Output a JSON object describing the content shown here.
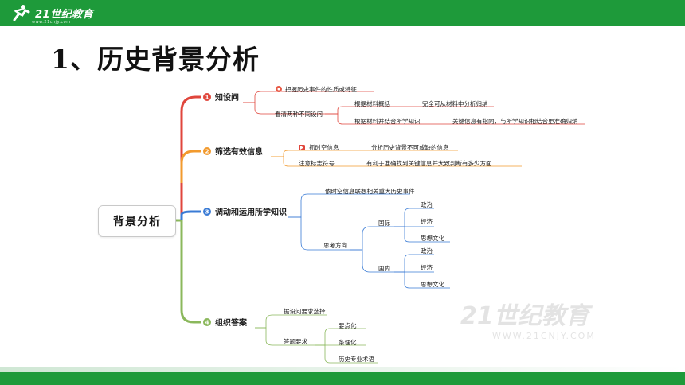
{
  "header": {
    "logo_text": "21世纪教育",
    "logo_url": "www.21cnjy.com"
  },
  "slide": {
    "title": "1、历史背景分析"
  },
  "mindmap": {
    "root": "背景分析",
    "branches": [
      {
        "num": "1",
        "label": "知设问",
        "items": [
          "把握历史事件的性质或特征",
          "看清两种不同设问",
          "根据材料概括",
          "完全可从材料中分析归纳",
          "根据材料并结合所学知识",
          "关键信息有指向，与所学知识相结合更准确归纳"
        ]
      },
      {
        "num": "2",
        "label": "筛选有效信息",
        "items": [
          "抓时空信息",
          "分析历史背景不可或缺的信息",
          "注意标志符号",
          "有利于准确找到关键信息并大致判断有多少方面"
        ]
      },
      {
        "num": "3",
        "label": "调动和运用所学知识",
        "items": [
          "依时空信息联想相关重大历史事件",
          "思考方向",
          "国际",
          "政治",
          "经济",
          "思想文化",
          "国内",
          "政治",
          "经济",
          "思想文化"
        ]
      },
      {
        "num": "4",
        "label": "组织答案",
        "items": [
          "据设问要求选择",
          "答题要求",
          "要点化",
          "条理化",
          "历史专业术语"
        ]
      }
    ]
  },
  "watermark": {
    "text": "21世纪教育",
    "url": "WWW.21CNJY.COM"
  },
  "colors": {
    "green": "#1e9a3a",
    "red": "#e0463c",
    "orange": "#f29a2e",
    "blue": "#3a7bd5",
    "olive": "#8bb85c"
  }
}
